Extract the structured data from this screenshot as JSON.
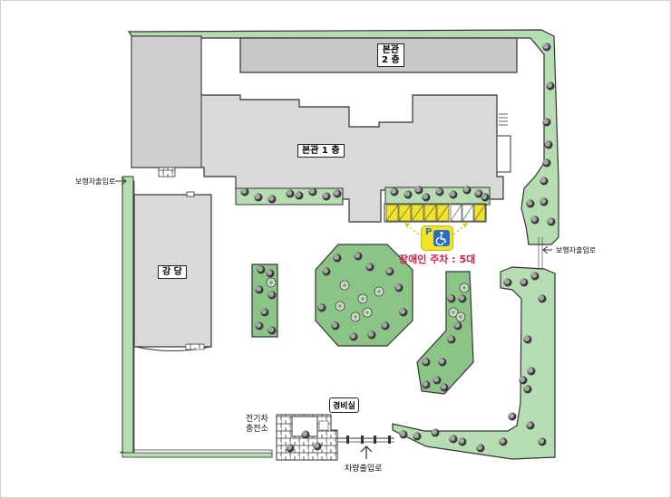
{
  "colors": {
    "garden": "#b6dcb2",
    "garden_dark": "#8cc488",
    "building": "#d9d9d9",
    "building_dark": "#c4c4c4",
    "parking_yellow": "#f3e22a",
    "accessible_red": "#d81b43",
    "badge_blue": "#2b6fc4",
    "outline": "#333333"
  },
  "buildings": {
    "main_2f": "본관\n2 층",
    "main_1f": "본관 1 층",
    "auditorium": "강 당",
    "guard_room": "경비실"
  },
  "parking": {
    "badge_letter": "P",
    "badge_icon": "wheelchair-icon",
    "accessible_label": "장애인 주차 : 5대",
    "spaces": 5
  },
  "entrances": {
    "pedestrian_left": "보행자출입로",
    "pedestrian_right": "보행자출입로",
    "vehicle": "차량출입로"
  },
  "facilities": {
    "ev_charging": "전기차\n충전소"
  }
}
